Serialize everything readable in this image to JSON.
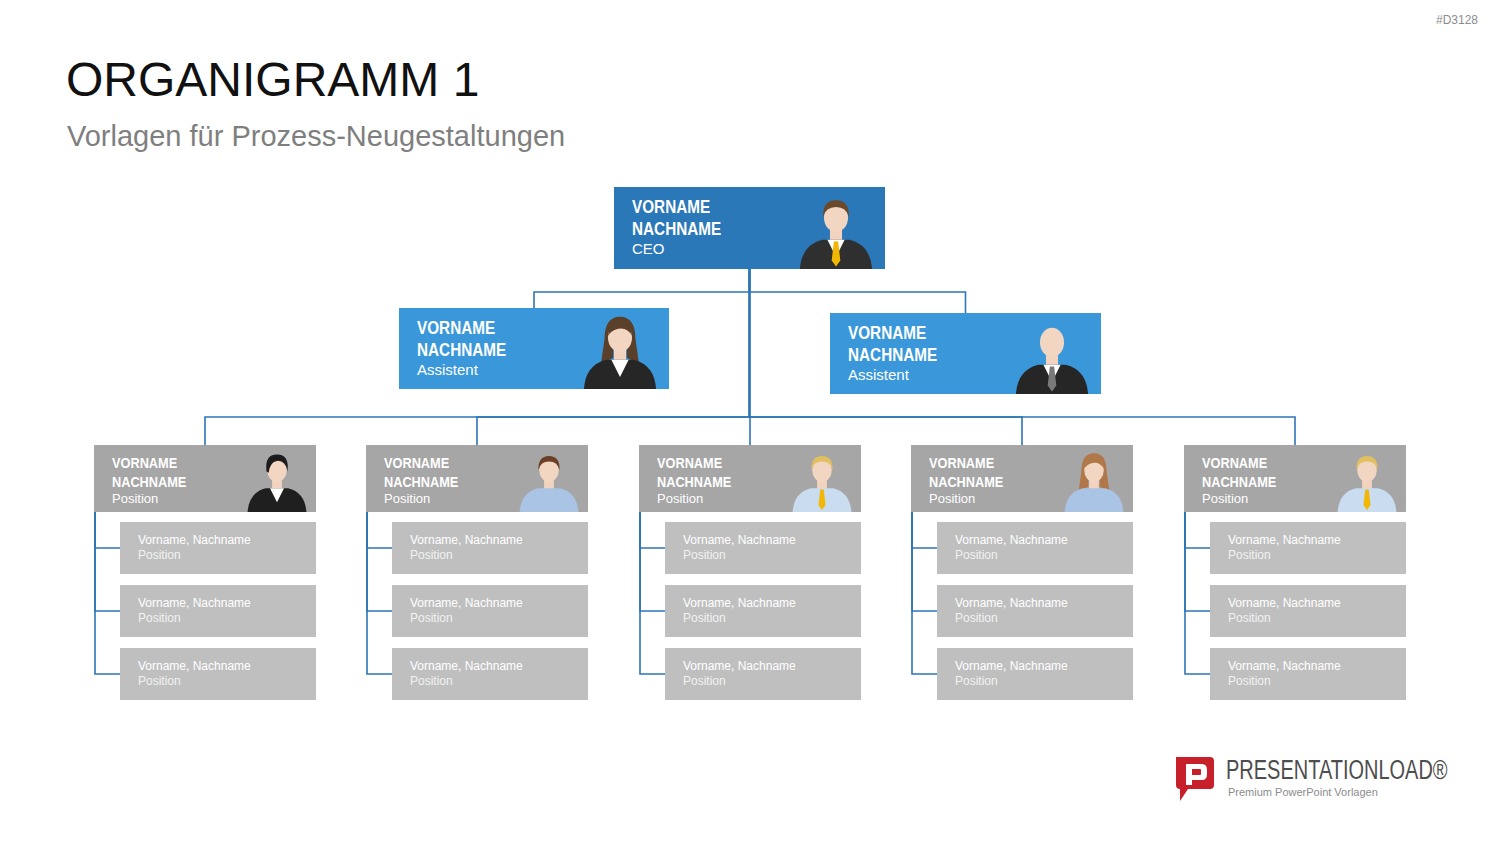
{
  "diagram": {
    "title": "ORGANIGRAMM 1",
    "caption": "Vorlagen für Prozess-Neugestaltungen",
    "nodes": [
      {
        "text": [
          "VORNAME NACHNAME",
          "CEO"
        ]
      },
      {
        "text": [
          "VORNAME NACHNAME",
          "Assistent"
        ]
      },
      {
        "text": [
          "VORNAME NACHNAME",
          "Assistent"
        ]
      },
      {
        "text": [
          "VORNAME NACHNAME",
          "Position"
        ]
      },
      {
        "text": [
          "Vorname, Nachname",
          "Position"
        ]
      },
      {
        "text": [
          "Vorname, Nachname",
          "Position"
        ]
      },
      {
        "text": [
          "Vorname, Nachname",
          "Position"
        ]
      },
      {
        "text": [
          "VORNAME NACHNAME",
          "Position"
        ]
      },
      {
        "text": [
          "Vorname, Nachname",
          "Position"
        ]
      },
      {
        "text": [
          "Vorname, Nachname",
          "Position"
        ]
      },
      {
        "text": [
          "Vorname, Nachname",
          "Position"
        ]
      },
      {
        "text": [
          "VORNAME NACHNAME",
          "Position"
        ]
      },
      {
        "text": [
          "Vorname, Nachname",
          "Position"
        ]
      },
      {
        "text": [
          "Vorname, Nachname",
          "Position"
        ]
      },
      {
        "text": [
          "Vorname, Nachname",
          "Position"
        ]
      },
      {
        "text": [
          "VORNAME NACHNAME",
          "Position"
        ]
      },
      {
        "text": [
          "Vorname, Nachname",
          "Position"
        ]
      },
      {
        "text": [
          "Vorname, Nachname",
          "Position"
        ]
      },
      {
        "text": [
          "Vorname, Nachname",
          "Position"
        ]
      },
      {
        "text": [
          "VORNAME NACHNAME",
          "Position"
        ]
      },
      {
        "text": [
          "Vorname, Nachname",
          "Position"
        ]
      },
      {
        "text": [
          "Vorname, Nachname",
          "Position"
        ]
      },
      {
        "text": [
          "Vorname, Nachname",
          "Position"
        ]
      }
    ],
    "edges": [
      {
        "from": 0,
        "to": 1,
        "arrow": "none"
      },
      {
        "from": 0,
        "to": 2,
        "arrow": "none"
      },
      {
        "from": 0,
        "to": 3,
        "arrow": "none"
      },
      {
        "from": 0,
        "to": 7,
        "arrow": "none"
      },
      {
        "from": 0,
        "to": 11,
        "arrow": "none"
      },
      {
        "from": 0,
        "to": 15,
        "arrow": "none"
      },
      {
        "from": 0,
        "to": 19,
        "arrow": "none"
      },
      {
        "from": 3,
        "to": 4,
        "arrow": "none"
      },
      {
        "from": 3,
        "to": 5,
        "arrow": "none"
      },
      {
        "from": 3,
        "to": 6,
        "arrow": "none"
      },
      {
        "from": 7,
        "to": 8,
        "arrow": "none"
      },
      {
        "from": 7,
        "to": 9,
        "arrow": "none"
      },
      {
        "from": 7,
        "to": 10,
        "arrow": "none"
      },
      {
        "from": 11,
        "to": 12,
        "arrow": "none"
      },
      {
        "from": 11,
        "to": 13,
        "arrow": "none"
      },
      {
        "from": 11,
        "to": 14,
        "arrow": "none"
      },
      {
        "from": 15,
        "to": 16,
        "arrow": "none"
      },
      {
        "from": 15,
        "to": 17,
        "arrow": "none"
      },
      {
        "from": 15,
        "to": 18,
        "arrow": "none"
      },
      {
        "from": 19,
        "to": 20,
        "arrow": "none"
      },
      {
        "from": 19,
        "to": 21,
        "arrow": "none"
      },
      {
        "from": 19,
        "to": 22,
        "arrow": "none"
      }
    ],
    "labels": [
      "#D3128",
      "PRESENTATIONLOAD®",
      "Premium PowerPoint Vorlagen"
    ]
  }
}
